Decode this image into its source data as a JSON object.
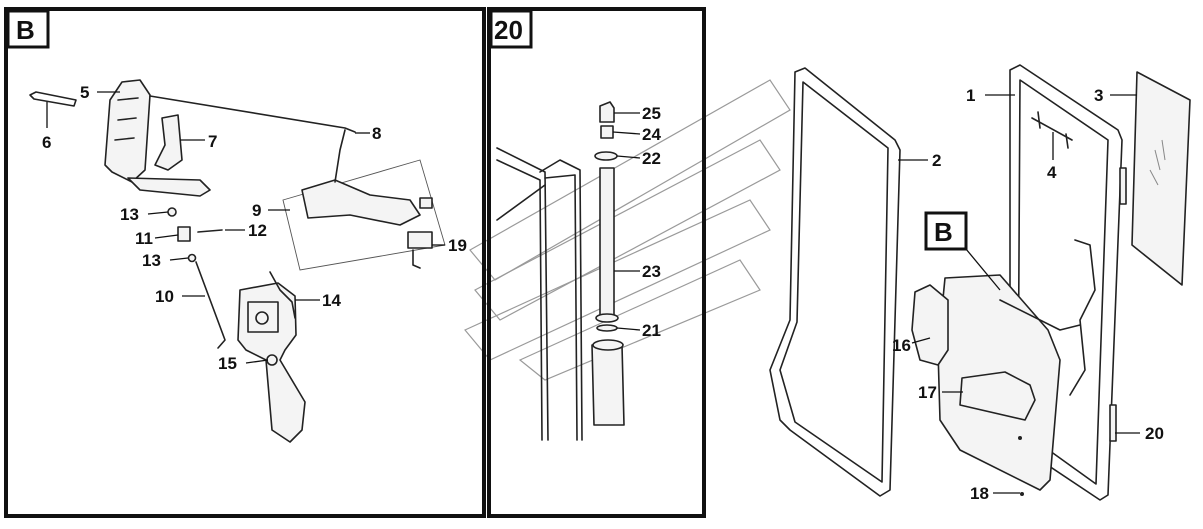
{
  "panels": {
    "detail_b": {
      "title": "B"
    },
    "detail_20": {
      "title": "20"
    },
    "main": {
      "callout_b": "B"
    }
  },
  "labels_b": [
    "5",
    "6",
    "7",
    "8",
    "9",
    "13",
    "11",
    "12",
    "13",
    "10",
    "14",
    "15",
    "19"
  ],
  "labels_20": [
    "25",
    "24",
    "22",
    "23",
    "21"
  ],
  "labels_main": [
    "1",
    "3",
    "2",
    "4",
    "16",
    "17",
    "20",
    "18"
  ],
  "colors": {
    "line": "#222222",
    "watermark": "#9a9a9a",
    "background": "#ffffff"
  }
}
